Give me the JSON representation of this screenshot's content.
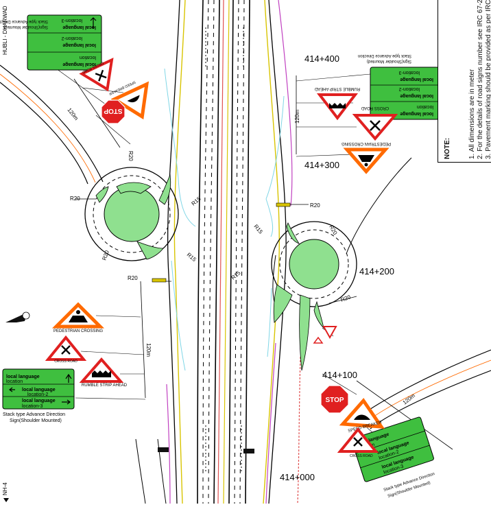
{
  "chainages": [
    "414+400",
    "414+300",
    "414+200",
    "414+100",
    "414+000"
  ],
  "edge_labels": {
    "top_left": "HUBLI - DHARWAD",
    "bottom_left": "NH-4"
  },
  "notes": {
    "title": "NOTE:",
    "items": [
      "1.   All dimensions are in meter",
      "2.   For the details of road signs number see IRC 67-2012",
      "3.   Pavement marking should be provided as per IRC 35-2015"
    ]
  },
  "signs": {
    "pedestrian_crossing": "PEDESTRIAN CROSSING",
    "cross_road": "CROSS ROAD",
    "rumble_strip_ahead": "RUMBLE STRIP AHEAD",
    "speed_breaker": "SPEED BREAKER",
    "stop": "STOP",
    "stack_sign_caption_1": "Stack type Advance Direction",
    "stack_sign_caption_2": "Sign(Shoulder Mounted)",
    "stack_sign_line_1": "local language",
    "stack_sign_line_1b": "location",
    "stack_sign_line_2": "local language",
    "stack_sign_line_2b": "location-2",
    "stack_sign_line_3": "local language",
    "stack_sign_line_3b": "location-3"
  },
  "dimensions": {
    "radius_20": "R20",
    "radius_15": "R15",
    "dist_120": "120m"
  },
  "colors": {
    "island_green": "#8fe08f",
    "sign_green": "#3fbf3f",
    "sign_red": "#e02020",
    "warning_orange": "#ff6a00",
    "median_yellow": "#d8c400",
    "lane_red": "#e05050",
    "edge_magenta": "#c040c0",
    "annot_cyan": "#7fd6e6"
  }
}
